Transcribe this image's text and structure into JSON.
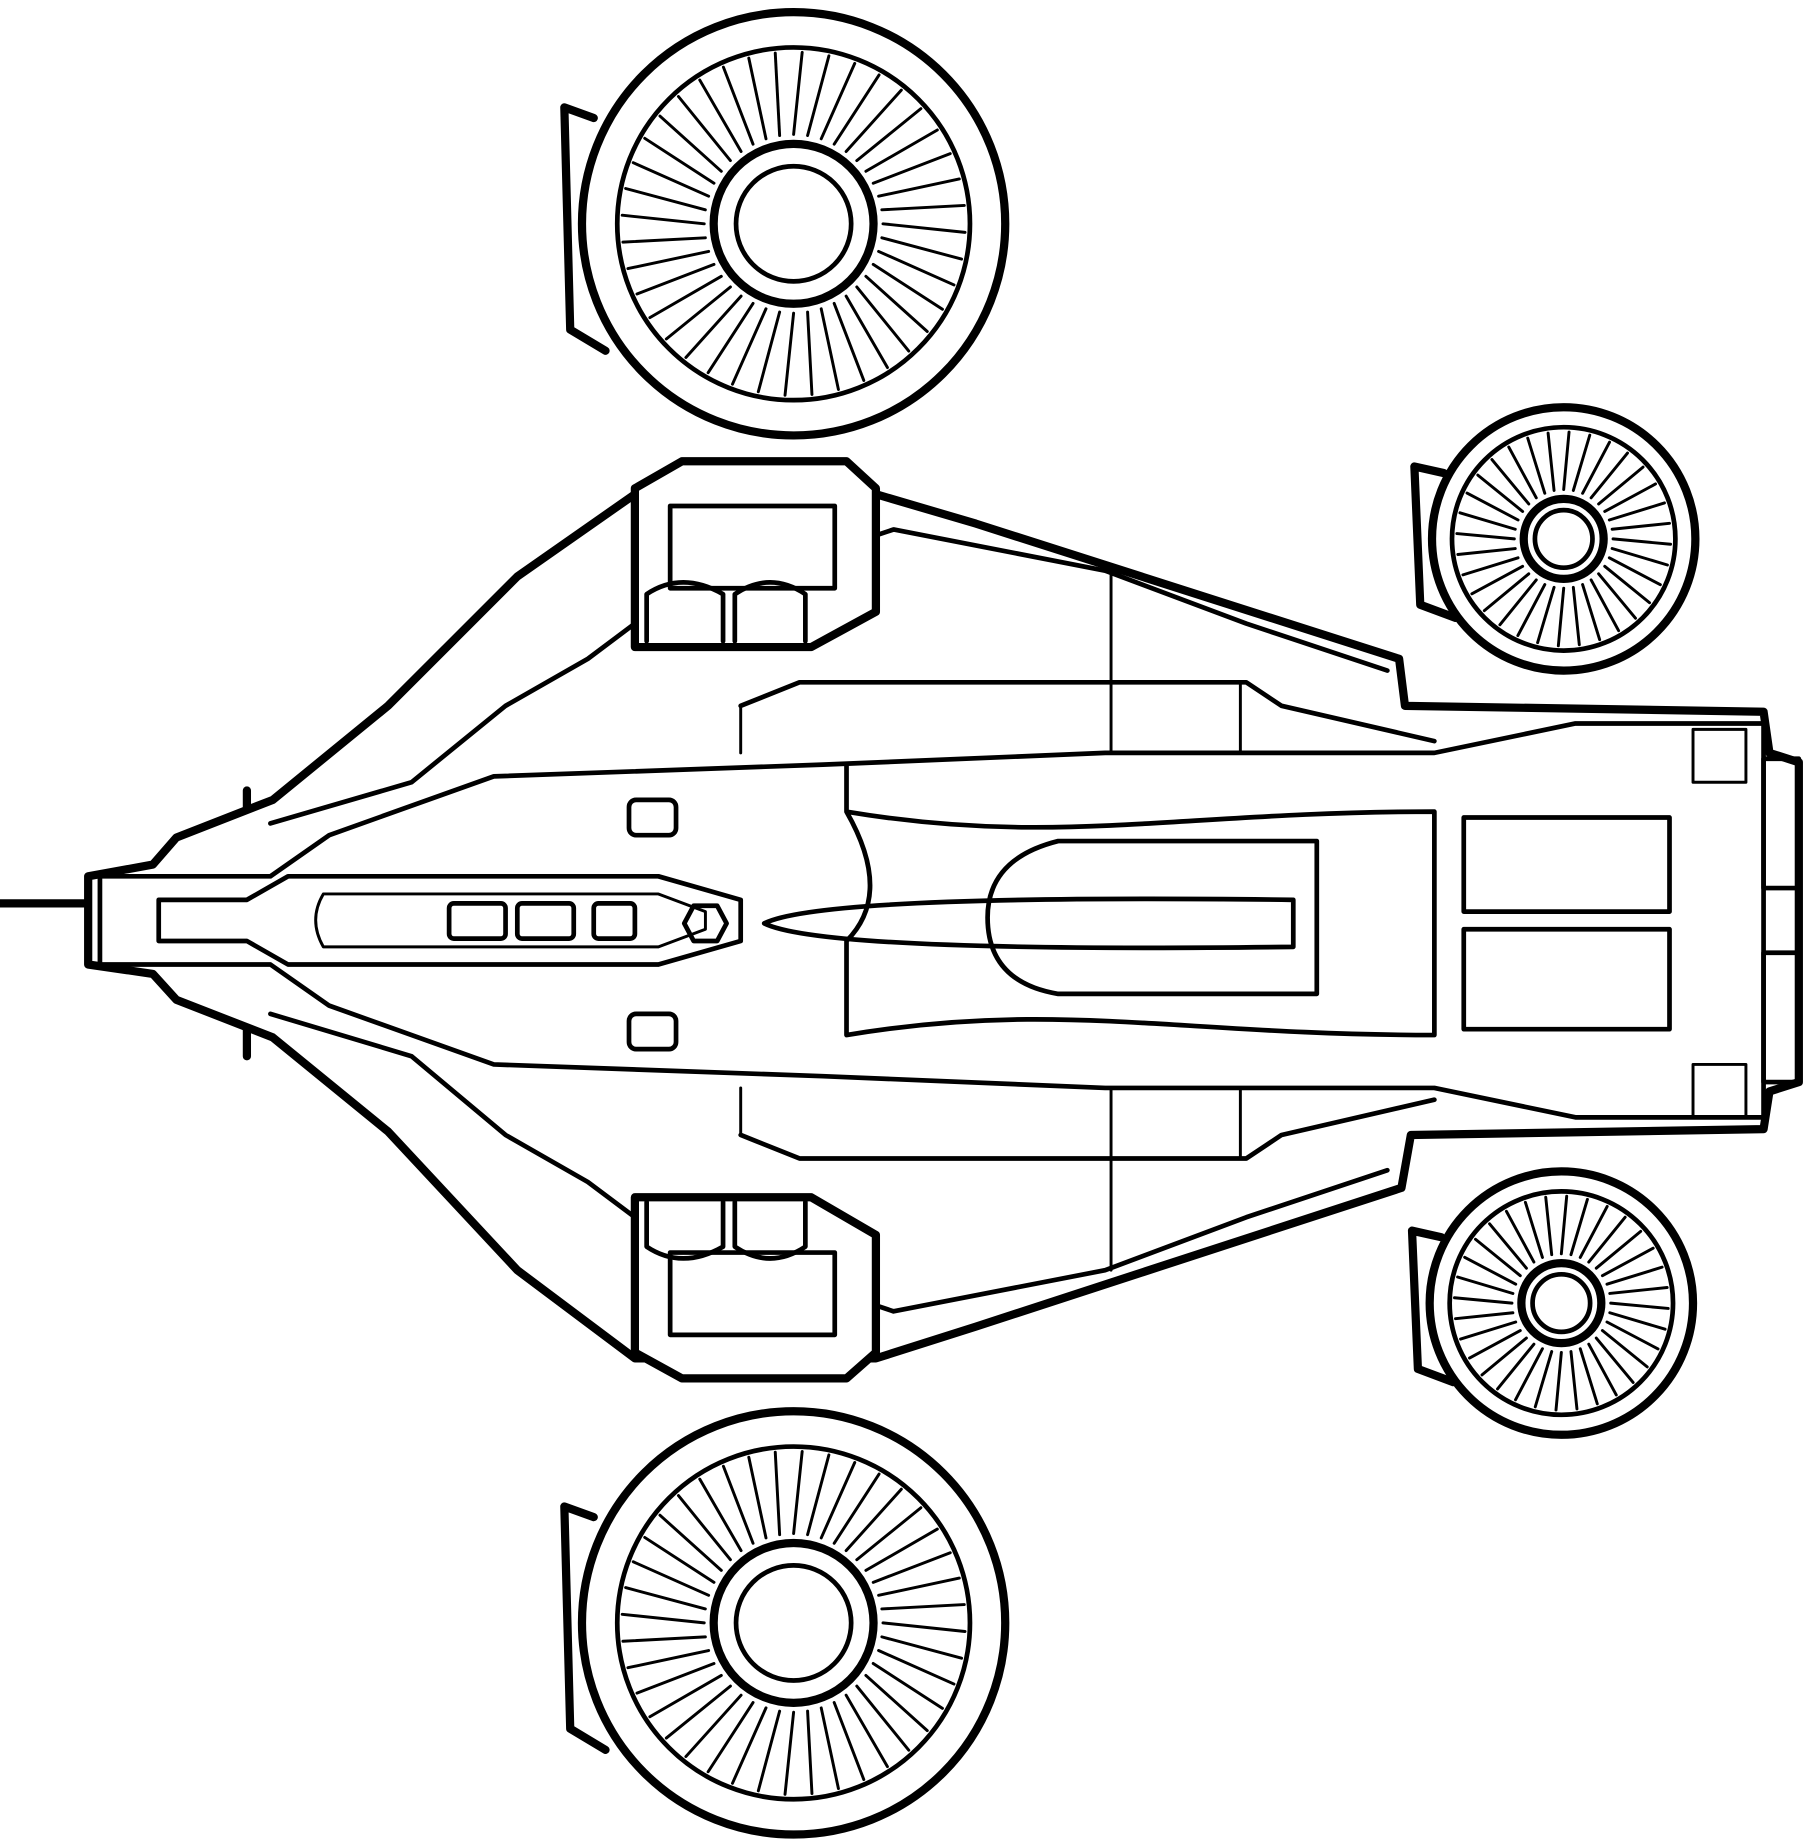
{
  "drawing": {
    "style": "black line art on white",
    "colors": {
      "line": "#000000",
      "background": "#ffffff"
    },
    "engines": [
      {
        "id": "top-large",
        "blades": 40
      },
      {
        "id": "bottom-large",
        "blades": 40
      },
      {
        "id": "top-right-small",
        "blades": 32
      },
      {
        "id": "bottom-right-small",
        "blades": 32
      }
    ]
  }
}
